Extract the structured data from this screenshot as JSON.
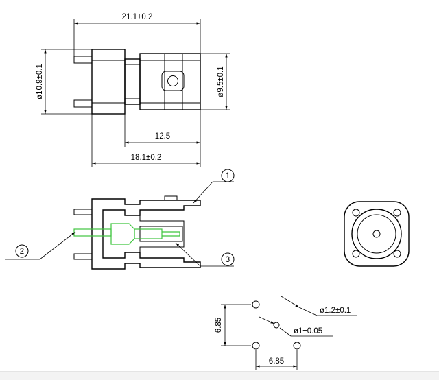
{
  "side_view": {
    "overall_length": "21.1±0.2",
    "flange_diameter": "ø10.9±0.1",
    "body_diameter": "ø9.5±0.1",
    "front_length": "12.5",
    "body_length": "18.1±0.2"
  },
  "section_view": {
    "callout_1": "1",
    "callout_2": "2",
    "callout_3": "3"
  },
  "pcb_layout": {
    "vertical_pitch": "6.85",
    "horizontal_pitch": "6.85",
    "outer_hole": "ø1.2±0.1",
    "center_hole": "ø1±0.05"
  }
}
